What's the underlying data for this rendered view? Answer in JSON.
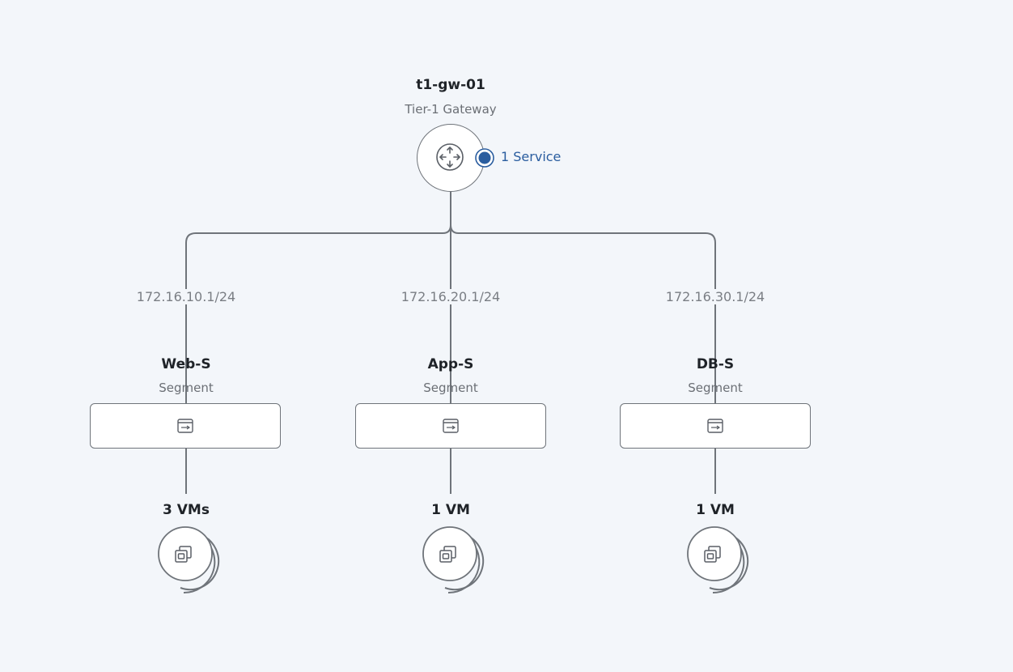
{
  "gateway": {
    "name": "t1-gw-01",
    "type": "Tier-1 Gateway",
    "icon": "router-icon",
    "service_label": "1 Service",
    "service_color": "#2a5d9f"
  },
  "segments": [
    {
      "name": "Web-S",
      "type": "Segment",
      "ip": "172.16.10.1/24",
      "icon": "segment-icon",
      "vm_label": "3 VMs"
    },
    {
      "name": "App-S",
      "type": "Segment",
      "ip": "172.16.20.1/24",
      "icon": "segment-icon",
      "vm_label": "1 VM"
    },
    {
      "name": "DB-S",
      "type": "Segment",
      "ip": "172.16.30.1/24",
      "icon": "segment-icon",
      "vm_label": "1 VM"
    }
  ],
  "colors": {
    "background": "#f3f6fa",
    "line": "#6f747a",
    "accent": "#2a5d9f"
  }
}
